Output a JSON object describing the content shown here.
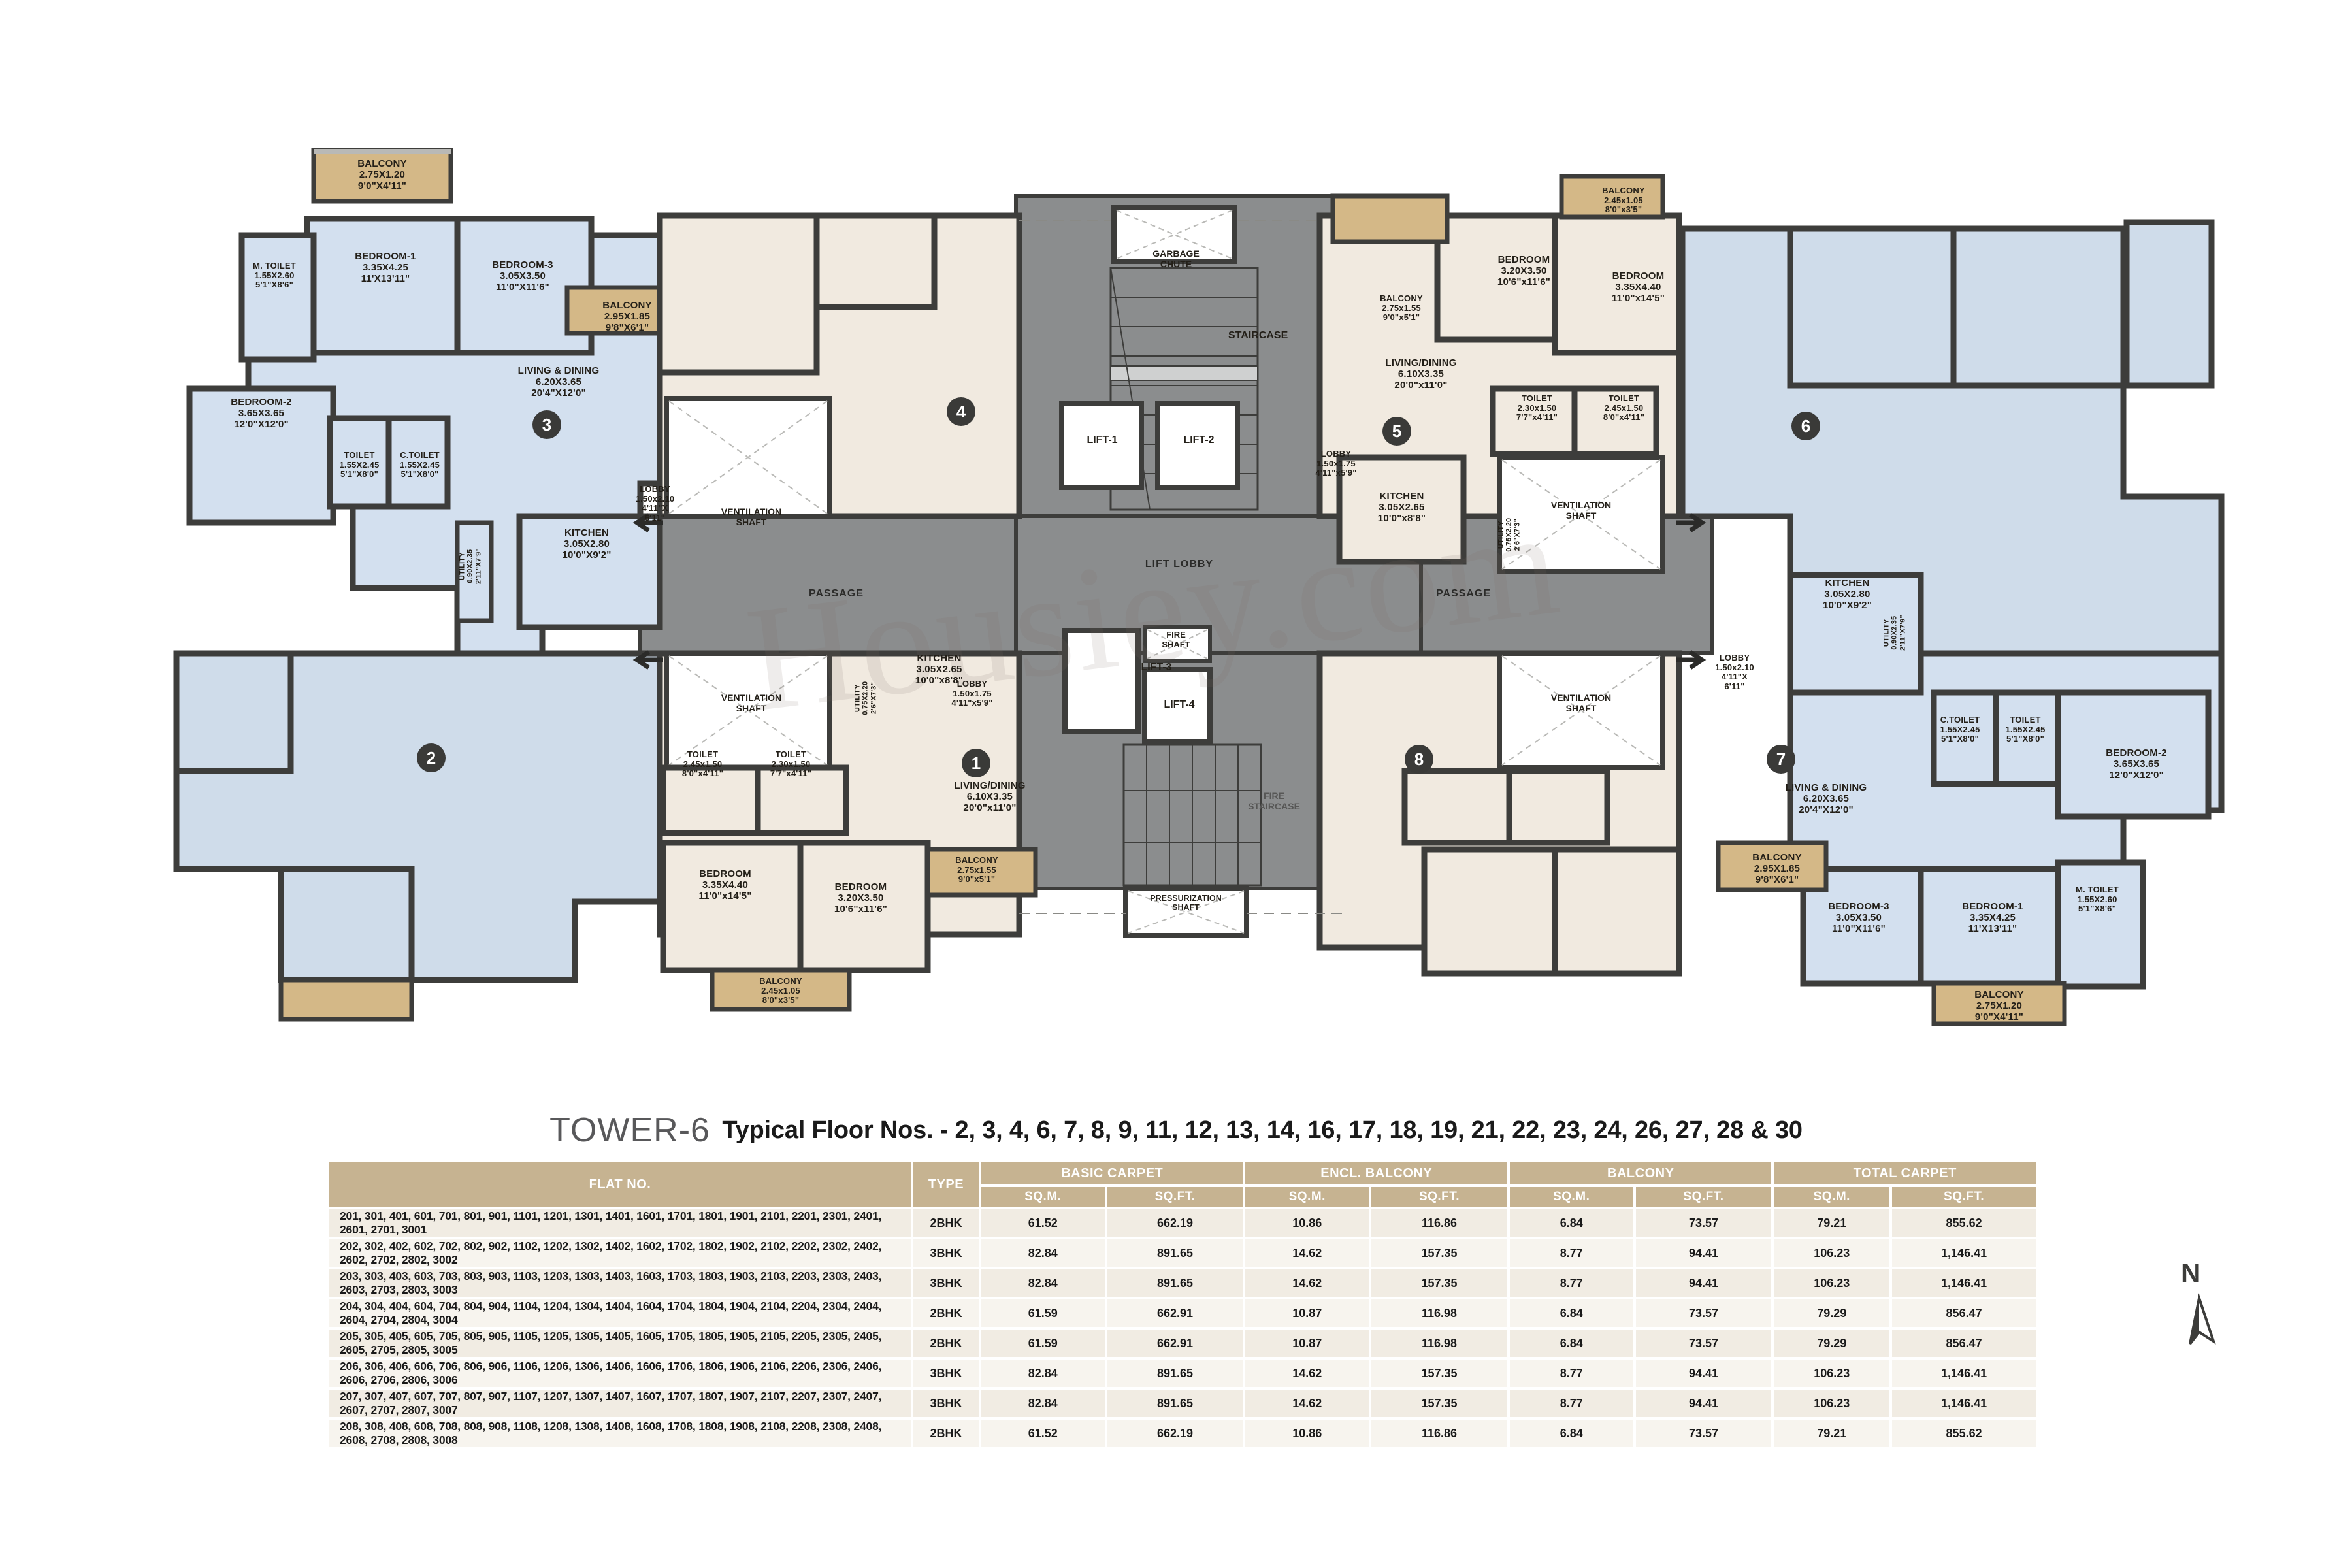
{
  "title": {
    "tower": "TOWER-6",
    "subtitle": "Typical Floor Nos. - 2, 3, 4, 6, 7, 8, 9, 11, 12, 13, 14, 16, 17, 18, 19, 21, 22, 23, 24, 26, 27, 28 & 30"
  },
  "watermark": "Housiey.com",
  "north": {
    "label": "N"
  },
  "colors": {
    "wall": "#3d3d3b",
    "room_blue": "#d3e0ef",
    "room_beige": "#f1eae0",
    "balcony": "#d4b887",
    "core_grey": "#8b8d8e",
    "header_tan": "#c6b391",
    "row_light": "#f1ece3",
    "row_alt": "#f7f4ee"
  },
  "core": {
    "lift1": "LIFT-1",
    "lift2": "LIFT-2",
    "lift3": "LIFT-3",
    "lift4": "LIFT-4",
    "lift_lobby": "LIFT LOBBY",
    "staircase": "STAIRCASE",
    "fire_staircase": "FIRE\nSTAIRCASE",
    "fire_staircase_l1": "FIRE",
    "fire_staircase_l2": "STAIRCASE",
    "garbage_chute_l1": "GARBAGE",
    "garbage_chute_l2": "CHUTE",
    "fire_shaft_l1": "FIRE",
    "fire_shaft_l2": "SHAFT",
    "pressurization_l1": "PRESSURIZATION",
    "pressurization_l2": "SHAFT",
    "passage_left": "PASSAGE",
    "passage_right": "PASSAGE",
    "vent_l1": "VENTILATION",
    "vent_l2": "SHAFT"
  },
  "units": {
    "u1": "1",
    "u2": "2",
    "u3": "3",
    "u4": "4",
    "u5": "5",
    "u6": "6",
    "u7": "7",
    "u8": "8"
  },
  "rooms": {
    "balcony_275x120": {
      "name": "BALCONY",
      "m": "2.75X1.20",
      "ft": "9'0\"X4'11\""
    },
    "balcony_275x155": {
      "name": "BALCONY",
      "m": "2.75x1.55",
      "ft": "9'0\"x5'1\""
    },
    "balcony_295x185": {
      "name": "BALCONY",
      "m": "2.95X1.85",
      "ft": "9'8\"X6'1\""
    },
    "balcony_245x105": {
      "name": "BALCONY",
      "m": "2.45x1.05",
      "ft": "8'0\"x3'5\""
    },
    "bedroom1": {
      "name": "BEDROOM-1",
      "m": "3.35X4.25",
      "ft": "11'X13'11\""
    },
    "bedroom2": {
      "name": "BEDROOM-2",
      "m": "3.65X3.65",
      "ft": "12'0\"X12'0\""
    },
    "bedroom3": {
      "name": "BEDROOM-3",
      "m": "3.05X3.50",
      "ft": "11'0\"X11'6\""
    },
    "bedroom_335x440": {
      "name": "BEDROOM",
      "m": "3.35X4.40",
      "ft": "11'0\"x14'5\""
    },
    "bedroom_320x350": {
      "name": "BEDROOM",
      "m": "3.20X3.50",
      "ft": "10'6\"x11'6\""
    },
    "m_toilet": {
      "name": "M. TOILET",
      "m": "1.55X2.60",
      "ft": "5'1\"X8'6\""
    },
    "toilet_155": {
      "name": "TOILET",
      "m": "1.55X2.45",
      "ft": "5'1\"X8'0\""
    },
    "c_toilet_155": {
      "name": "C.TOILET",
      "m": "1.55X2.45",
      "ft": "5'1\"X8'0\""
    },
    "toilet_245": {
      "name": "TOILET",
      "m": "2.45x1.50",
      "ft": "8'0\"x4'11\""
    },
    "toilet_230": {
      "name": "TOILET",
      "m": "2.30x1.50",
      "ft": "7'7\"x4'11\""
    },
    "living_dining_620": {
      "name": "LIVING & DINING",
      "m": "6.20X3.65",
      "ft": "20'4\"X12'0\""
    },
    "living_dining_610": {
      "name": "LIVING/DINING",
      "m": "6.10X3.35",
      "ft": "20'0\"x11'0\""
    },
    "kitchen_305x280": {
      "name": "KITCHEN",
      "m": "3.05X2.80",
      "ft": "10'0\"X9'2\""
    },
    "kitchen_305x265": {
      "name": "KITCHEN",
      "m": "3.05X2.65",
      "ft": "10'0\"x8'8\""
    },
    "lobby_150x210": {
      "name": "LOBBY",
      "m": "1.50x2.10",
      "ft": "4'11\"X",
      "ft2": "6'11\""
    },
    "lobby_150x175": {
      "name": "LOBBY",
      "m": "1.50x1.75",
      "ft": "4'11\"x5'9\""
    },
    "utility_090x235": {
      "name": "UTILITY",
      "m": "0.90X2.35",
      "ft": "2'11\"X7'9\""
    },
    "utility_075x220": {
      "name": "UTILITY",
      "m": "0.75X2.20",
      "ft": "2'6\"X7'3\""
    }
  },
  "table": {
    "headers": {
      "flat_no": "FLAT NO.",
      "type": "TYPE",
      "basic_carpet": "BASIC CARPET",
      "encl_balcony": "ENCL. BALCONY",
      "balcony": "BALCONY",
      "total_carpet": "TOTAL CARPET",
      "sqm": "SQ.M.",
      "sqft": "SQ.FT."
    },
    "rows": [
      {
        "flat_no": "201, 301, 401, 601, 701, 801, 901, 1101, 1201, 1301, 1401, 1601, 1701, 1801, 1901, 2101, 2201, 2301, 2401, 2601, 2701, 3001",
        "type": "2BHK",
        "basic_sqm": "61.52",
        "basic_sqft": "662.19",
        "encl_sqm": "10.86",
        "encl_sqft": "116.86",
        "balc_sqm": "6.84",
        "balc_sqft": "73.57",
        "total_sqm": "79.21",
        "total_sqft": "855.62"
      },
      {
        "flat_no": "202, 302, 402, 602, 702, 802, 902, 1102, 1202, 1302, 1402, 1602, 1702, 1802, 1902, 2102, 2202, 2302, 2402, 2602, 2702, 2802, 3002",
        "type": "3BHK",
        "basic_sqm": "82.84",
        "basic_sqft": "891.65",
        "encl_sqm": "14.62",
        "encl_sqft": "157.35",
        "balc_sqm": "8.77",
        "balc_sqft": "94.41",
        "total_sqm": "106.23",
        "total_sqft": "1,146.41"
      },
      {
        "flat_no": "203, 303, 403, 603, 703, 803, 903, 1103, 1203, 1303, 1403, 1603, 1703, 1803, 1903, 2103, 2203, 2303, 2403, 2603, 2703, 2803, 3003",
        "type": "3BHK",
        "basic_sqm": "82.84",
        "basic_sqft": "891.65",
        "encl_sqm": "14.62",
        "encl_sqft": "157.35",
        "balc_sqm": "8.77",
        "balc_sqft": "94.41",
        "total_sqm": "106.23",
        "total_sqft": "1,146.41"
      },
      {
        "flat_no": "204, 304, 404, 604, 704, 804, 904, 1104, 1204, 1304, 1404, 1604, 1704, 1804, 1904, 2104, 2204, 2304, 2404, 2604, 2704, 2804, 3004",
        "type": "2BHK",
        "basic_sqm": "61.59",
        "basic_sqft": "662.91",
        "encl_sqm": "10.87",
        "encl_sqft": "116.98",
        "balc_sqm": "6.84",
        "balc_sqft": "73.57",
        "total_sqm": "79.29",
        "total_sqft": "856.47"
      },
      {
        "flat_no": "205, 305, 405, 605, 705, 805, 905, 1105, 1205, 1305, 1405, 1605, 1705, 1805, 1905, 2105, 2205, 2305, 2405, 2605, 2705, 2805, 3005",
        "type": "2BHK",
        "basic_sqm": "61.59",
        "basic_sqft": "662.91",
        "encl_sqm": "10.87",
        "encl_sqft": "116.98",
        "balc_sqm": "6.84",
        "balc_sqft": "73.57",
        "total_sqm": "79.29",
        "total_sqft": "856.47"
      },
      {
        "flat_no": "206, 306, 406, 606, 706, 806, 906, 1106, 1206, 1306, 1406,  1606, 1706, 1806, 1906, 2106, 2206, 2306, 2406, 2606, 2706, 2806, 3006",
        "type": "3BHK",
        "basic_sqm": "82.84",
        "basic_sqft": "891.65",
        "encl_sqm": "14.62",
        "encl_sqft": "157.35",
        "balc_sqm": "8.77",
        "balc_sqft": "94.41",
        "total_sqm": "106.23",
        "total_sqft": "1,146.41"
      },
      {
        "flat_no": "207, 307, 407,  607, 707, 807, 907, 1107, 1207, 1307, 1407, 1607, 1707, 1807, 1907, 2107, 2207, 2307, 2407, 2607, 2707, 2807, 3007",
        "type": "3BHK",
        "basic_sqm": "82.84",
        "basic_sqft": "891.65",
        "encl_sqm": "14.62",
        "encl_sqft": "157.35",
        "balc_sqm": "8.77",
        "balc_sqft": "94.41",
        "total_sqm": "106.23",
        "total_sqft": "1,146.41"
      },
      {
        "flat_no": "208, 308, 408, 608, 708, 808, 908, 1108, 1208, 1308, 1408, 1608, 1708, 1808, 1908, 2108, 2208, 2308, 2408, 2608, 2708, 2808, 3008",
        "type": "2BHK",
        "basic_sqm": "61.52",
        "basic_sqft": "662.19",
        "encl_sqm": "10.86",
        "encl_sqft": "116.86",
        "balc_sqm": "6.84",
        "balc_sqft": "73.57",
        "total_sqm": "79.21",
        "total_sqft": "855.62"
      }
    ]
  }
}
